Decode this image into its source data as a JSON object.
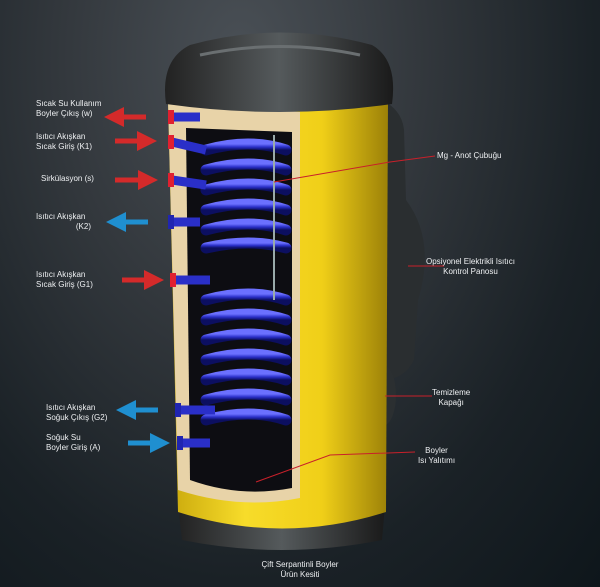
{
  "left_labels": [
    {
      "line1": "Sıcak Su Kullanım",
      "line2": "Boyler Çıkış (w)",
      "arrow": "out",
      "color": "#d42a2a"
    },
    {
      "line1": "Isıtıcı Akışkan",
      "line2": "Sıcak Giriş (K1)",
      "arrow": "in",
      "color": "#d42a2a"
    },
    {
      "line1": "Sirkülasyon (s)",
      "line2": "",
      "arrow": "in",
      "color": "#d42a2a"
    },
    {
      "line1": "Isıtıcı Akışkan",
      "line2": "(K2)",
      "arrow": "out",
      "color": "#1f8fd0"
    },
    {
      "line1": "Isıtıcı Akışkan",
      "line2": "Sıcak Giriş (G1)",
      "arrow": "in",
      "color": "#d42a2a"
    },
    {
      "line1": "Isıtıcı Akışkan",
      "line2": "Soğuk Çıkış (G2)",
      "arrow": "out",
      "color": "#1f8fd0"
    },
    {
      "line1": "Soğuk Su",
      "line2": "Boyler Giriş (A)",
      "arrow": "in",
      "color": "#1f8fd0"
    }
  ],
  "right_labels": {
    "anode": "Mg - Anot Çubuğu",
    "panel_1": "Opsiyonel Elektrikli Isıtıcı",
    "panel_2": "Kontrol Panosu",
    "cleaning_1": "Temizleme",
    "cleaning_2": "Kapağı",
    "insulation_1": "Boyler",
    "insulation_2": "Isı Yalıtımı"
  },
  "caption": {
    "line1": "Çift Serpantinli Boyler",
    "line2": "Ürün Kesiti"
  },
  "colors": {
    "tank": "#f2d31c",
    "coil": "#2a2fc8",
    "leader": "#c8202a",
    "insulation": "#e8d3a8"
  }
}
